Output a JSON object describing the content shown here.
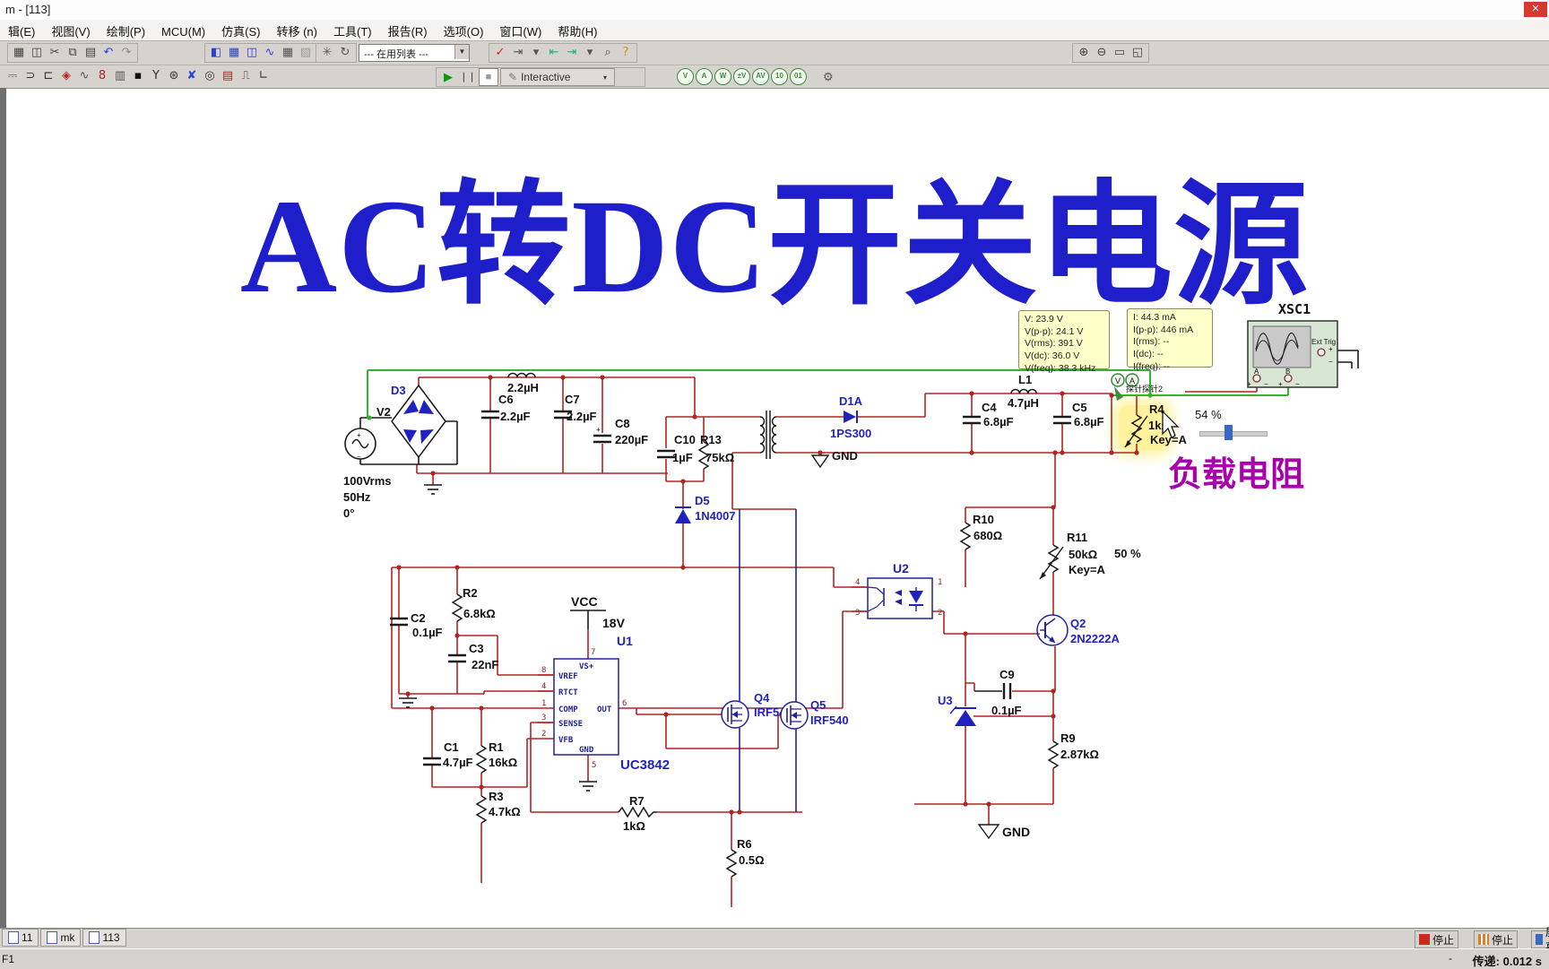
{
  "window": {
    "title": "m - [113]",
    "close": "✕"
  },
  "menus": [
    {
      "label": "辑(E)",
      "name": "menu-edit"
    },
    {
      "label": "视图(V)",
      "name": "menu-view"
    },
    {
      "label": "绘制(P)",
      "name": "menu-place"
    },
    {
      "label": "MCU(M)",
      "name": "menu-mcu"
    },
    {
      "label": "仿真(S)",
      "name": "menu-simulate"
    },
    {
      "label": "转移 (n)",
      "name": "menu-transfer"
    },
    {
      "label": "工具(T)",
      "name": "menu-tools"
    },
    {
      "label": "报告(R)",
      "name": "menu-reports"
    },
    {
      "label": "选项(O)",
      "name": "menu-options"
    },
    {
      "label": "窗口(W)",
      "name": "menu-window"
    },
    {
      "label": "帮助(H)",
      "name": "menu-help"
    }
  ],
  "toolbar1": {
    "std": [
      {
        "g": "▦",
        "name": "print-icon"
      },
      {
        "g": "◫",
        "name": "print-preview-icon"
      },
      {
        "g": "✂",
        "name": "cut-icon"
      },
      {
        "g": "⧉",
        "name": "copy-icon"
      },
      {
        "g": "▤",
        "name": "paste-icon"
      },
      {
        "g": "↶",
        "name": "undo-icon",
        "color": "#2b3fd6"
      },
      {
        "g": "↷",
        "name": "redo-icon",
        "color": "#8a8a8a"
      }
    ],
    "toolbox": [
      {
        "g": "◧",
        "name": "design-toolbox-icon",
        "color": "#2b3fd6"
      },
      {
        "g": "▦",
        "name": "spreadsheet-view-icon",
        "color": "#2b3fd6"
      },
      {
        "g": "◫",
        "name": "split-view-icon",
        "color": "#2b3fd6"
      },
      {
        "g": "∿",
        "name": "grapher-icon",
        "color": "#2b3fd6"
      },
      {
        "g": "▦",
        "name": "simulate-sheet-icon",
        "color": "#555"
      },
      {
        "g": "▧",
        "name": "hierarchy-icon",
        "color": "#999"
      }
    ],
    "extra": [
      {
        "g": "✳",
        "name": "back-annotate-icon",
        "color": "#555"
      },
      {
        "g": "↻",
        "name": "forward-annotate-icon",
        "color": "#555"
      }
    ],
    "inuse_list": "--- 在用列表 ---",
    "right": [
      {
        "g": "✓",
        "name": "erc-check-icon",
        "color": "#c22"
      },
      {
        "g": "⇥",
        "name": "export-icon",
        "color": "#555"
      },
      {
        "g": "▾",
        "name": "export-dropdown-icon",
        "color": "#555"
      },
      {
        "g": "⇤",
        "name": "import-icon",
        "color": "#2a8"
      },
      {
        "g": "⇥",
        "name": "transfer-icon",
        "color": "#2a8"
      },
      {
        "g": "▾",
        "name": "transfer-dropdown-icon",
        "color": "#555"
      },
      {
        "g": "⌕",
        "name": "find-icon",
        "color": "#555"
      },
      {
        "g": "?",
        "name": "help-icon",
        "color": "#b8a000"
      }
    ],
    "zoom": [
      {
        "g": "⊕",
        "name": "zoom-in-icon"
      },
      {
        "g": "⊖",
        "name": "zoom-out-icon"
      },
      {
        "g": "▭",
        "name": "zoom-area-icon"
      },
      {
        "g": "◱",
        "name": "zoom-fit-icon"
      }
    ]
  },
  "toolbar2": {
    "components": [
      {
        "g": "⎓",
        "name": "place-source-icon",
        "color": "#333"
      },
      {
        "g": "⊃",
        "name": "place-ttl-icon",
        "color": "#333"
      },
      {
        "g": "⊏",
        "name": "place-cmos-icon",
        "color": "#333"
      },
      {
        "g": "◈",
        "name": "place-diode-icon",
        "color": "#b22"
      },
      {
        "g": "∿",
        "name": "place-analog-icon",
        "color": "#555"
      },
      {
        "g": "8",
        "name": "place-indicator-icon",
        "color": "#b22"
      },
      {
        "g": "▥",
        "name": "place-misc-digital-icon",
        "color": "#555"
      },
      {
        "g": "▪",
        "name": "place-power-icon",
        "color": "#111"
      },
      {
        "g": "Y",
        "name": "place-rf-icon",
        "color": "#333"
      },
      {
        "g": "⊛",
        "name": "place-electromech-icon",
        "color": "#333"
      },
      {
        "g": "✘",
        "name": "place-ni-component-icon",
        "color": "#2b3fd6"
      },
      {
        "g": "◎",
        "name": "place-connector-icon",
        "color": "#333"
      },
      {
        "g": "▤",
        "name": "place-mcu-icon",
        "color": "#b22"
      },
      {
        "g": "⎍",
        "name": "place-hierarchical-icon",
        "color": "#333"
      },
      {
        "g": "∟",
        "name": "place-bus-icon",
        "color": "#333"
      }
    ],
    "play": "▶",
    "pause": "❘❘",
    "stop": "■",
    "wrench": "✎",
    "interactive_label": "Interactive",
    "probes": [
      {
        "g": "V",
        "name": "probe-voltage-icon"
      },
      {
        "g": "A",
        "name": "probe-current-icon"
      },
      {
        "g": "W",
        "name": "probe-power-icon"
      },
      {
        "g": "±V",
        "name": "probe-diff-voltage-icon"
      },
      {
        "g": "AV",
        "name": "probe-voltage-current-icon"
      },
      {
        "g": "10",
        "name": "probe-digital-icon"
      },
      {
        "g": "01",
        "name": "probe-digital2-icon"
      }
    ],
    "gear": "⚙"
  },
  "canvas_title": "AC转DC开关电源",
  "measure": {
    "v_box": "V: 23.9 V\nV(p-p): 24.1 V\nV(rms): 391 V\nV(dc): 36.0 V\nV(freq): 38.3 kHz",
    "i_box": "I: 44.3 mA\nI(p-p): 446 mA\nI(rms): --\nI(dc): --\nI(freq): --"
  },
  "sch": {
    "v2_ref": "V2",
    "v2_l1": "100Vrms",
    "v2_l2": "50Hz",
    "v2_l3": "0°",
    "d3_ref": "D3",
    "lin_val": "2.2µH",
    "c6_ref": "C6",
    "c6_val": "2.2µF",
    "c7_ref": "C7",
    "c7_val": "2.2µF",
    "c8_ref": "C8",
    "c8_val": "220µF",
    "c8_plus": "+",
    "c10_ref": "C10",
    "c10_val": "1µF",
    "r13_ref": "R13",
    "r13_val": "75kΩ",
    "d5_ref": "D5",
    "d5_val": "1N4007",
    "d1a_ref": "D1A",
    "d1a_val": "1PS300",
    "gnd_xfmr": "GND",
    "gnd_bot": "GND",
    "l1_ref": "L1",
    "l1_val": "4.7µH",
    "c4_ref": "C4",
    "c4_val": "6.8µF",
    "c5_ref": "C5",
    "c5_val": "6.8µF",
    "r4_ref": "R4",
    "r4_val": "1kΩ",
    "r4_key": "Key=A",
    "r4_pct": "54 %",
    "probe_label": "探针探针2",
    "probe_v": "V",
    "probe_a": "A",
    "load_label": "负载电阻",
    "r10_ref": "R10",
    "r10_val": "680Ω",
    "r11_ref": "R11",
    "r11_val": "50kΩ",
    "r11_key": "Key=A",
    "r11_pct": "50 %",
    "u2_ref": "U2",
    "u2_p1": "1",
    "u2_p2": "2",
    "u2_p3": "3",
    "u2_p4": "4",
    "q2_ref": "Q2",
    "q2_val": "2N2222A",
    "vcc": "VCC",
    "vcc_val": "18V",
    "u1_ref": "U1",
    "u1_val": "UC3842",
    "u1_pins": {
      "vsp": "VS+",
      "vref": "VREF",
      "rtct": "RTCT",
      "comp": "COMP",
      "sense": "SENSE",
      "vfb": "VFB",
      "gnd": "GND",
      "out": "OUT",
      "n7": "7",
      "n8": "8",
      "n4": "4",
      "n1": "1",
      "n3": "3",
      "n2": "2",
      "n6": "6",
      "n5": "5"
    },
    "q4_ref": "Q4",
    "q4_val": "IRF540",
    "q5_ref": "Q5",
    "q5_val": "IRF540",
    "c2_ref": "C2",
    "c2_val": "0.1µF",
    "r2_ref": "R2",
    "r2_val": "6.8kΩ",
    "c3_ref": "C3",
    "c3_val": "22nF",
    "c1_ref": "C1",
    "c1_val": "4.7µF",
    "r1_ref": "R1",
    "r1_val": "16kΩ",
    "r3_ref": "R3",
    "r3_val": "4.7kΩ",
    "r7_ref": "R7",
    "r7_val": "1kΩ",
    "r6_ref": "R6",
    "r6_val": "0.5Ω",
    "u3_ref": "U3",
    "c9_ref": "C9",
    "c9_val": "0.1µF",
    "r9_ref": "R9",
    "r9_val": "2.87kΩ",
    "xsc_ref": "XSC1",
    "xsc_ext": "Ext Trig",
    "xsc_a": "A",
    "xsc_b": "B",
    "plus": "+",
    "minus": "−"
  },
  "tabs": [
    {
      "label": "11",
      "name": "tab-sheet-11"
    },
    {
      "label": "mk",
      "name": "tab-sheet-mk"
    },
    {
      "label": "113",
      "name": "tab-sheet-113"
    }
  ],
  "status": {
    "f1": "F1",
    "dash": "-",
    "time": "传递: 0.012 s",
    "seg1": "停止",
    "seg2": "停止",
    "seg3": "屏幕"
  },
  "colors": {
    "title_blue": "#1e1ecb",
    "part_blue": "#2121c0",
    "wire_red": "#b42222",
    "wire_green": "#2fb52f",
    "wire_navy": "#22229b",
    "load_purple": "#aa00aa",
    "probe_box_yellow": "#ffffc9",
    "highlight_yellow": "#ffe94d",
    "slider_blue": "#3a66c8"
  }
}
